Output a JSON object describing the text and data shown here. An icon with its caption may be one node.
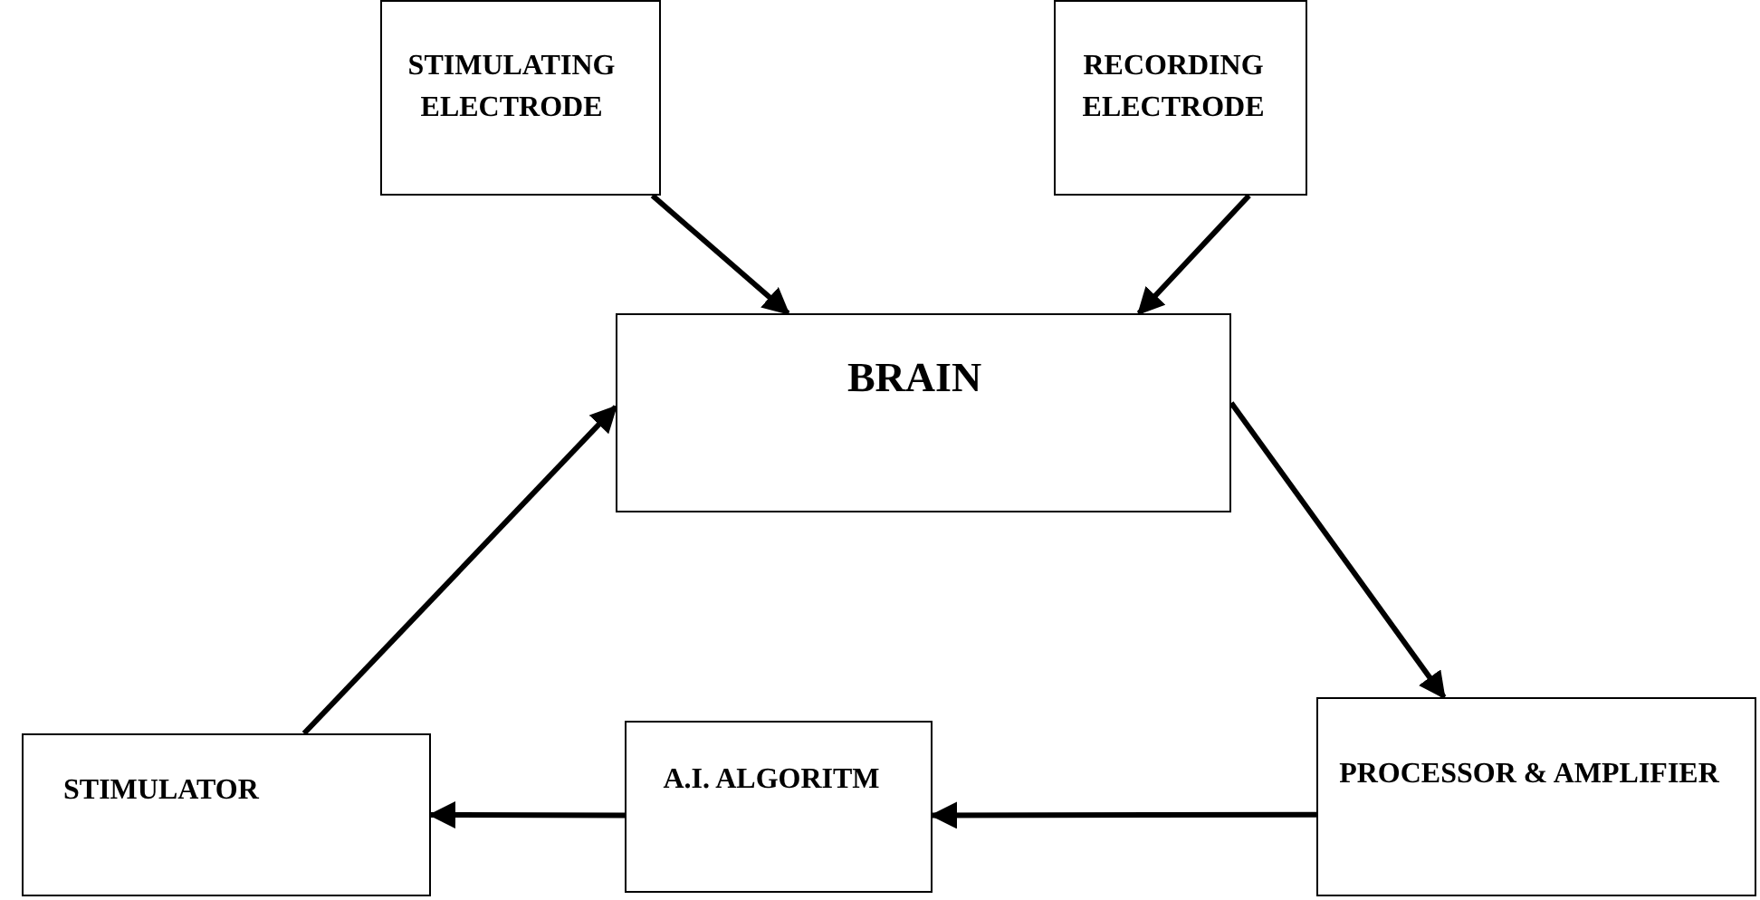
{
  "diagram": {
    "nodes": [
      {
        "text": [
          "STIMULATING ELECTRODE"
        ]
      },
      {
        "text": [
          "RECORDING ELECTRODE"
        ]
      },
      {
        "text": [
          "BRAIN"
        ]
      },
      {
        "text": [
          "STIMULATOR"
        ]
      },
      {
        "text": [
          "A.I. ALGORITM"
        ]
      },
      {
        "text": [
          "PROCESSOR & AMPLIFIER"
        ]
      }
    ],
    "edges": [
      {
        "from": 0,
        "to": 2,
        "arrow": "to"
      },
      {
        "from": 1,
        "to": 2,
        "arrow": "to"
      },
      {
        "from": 2,
        "to": 5,
        "arrow": "to"
      },
      {
        "from": 5,
        "to": 4,
        "arrow": "to"
      },
      {
        "from": 4,
        "to": 3,
        "arrow": "to"
      },
      {
        "from": 3,
        "to": 2,
        "arrow": "to"
      }
    ]
  }
}
